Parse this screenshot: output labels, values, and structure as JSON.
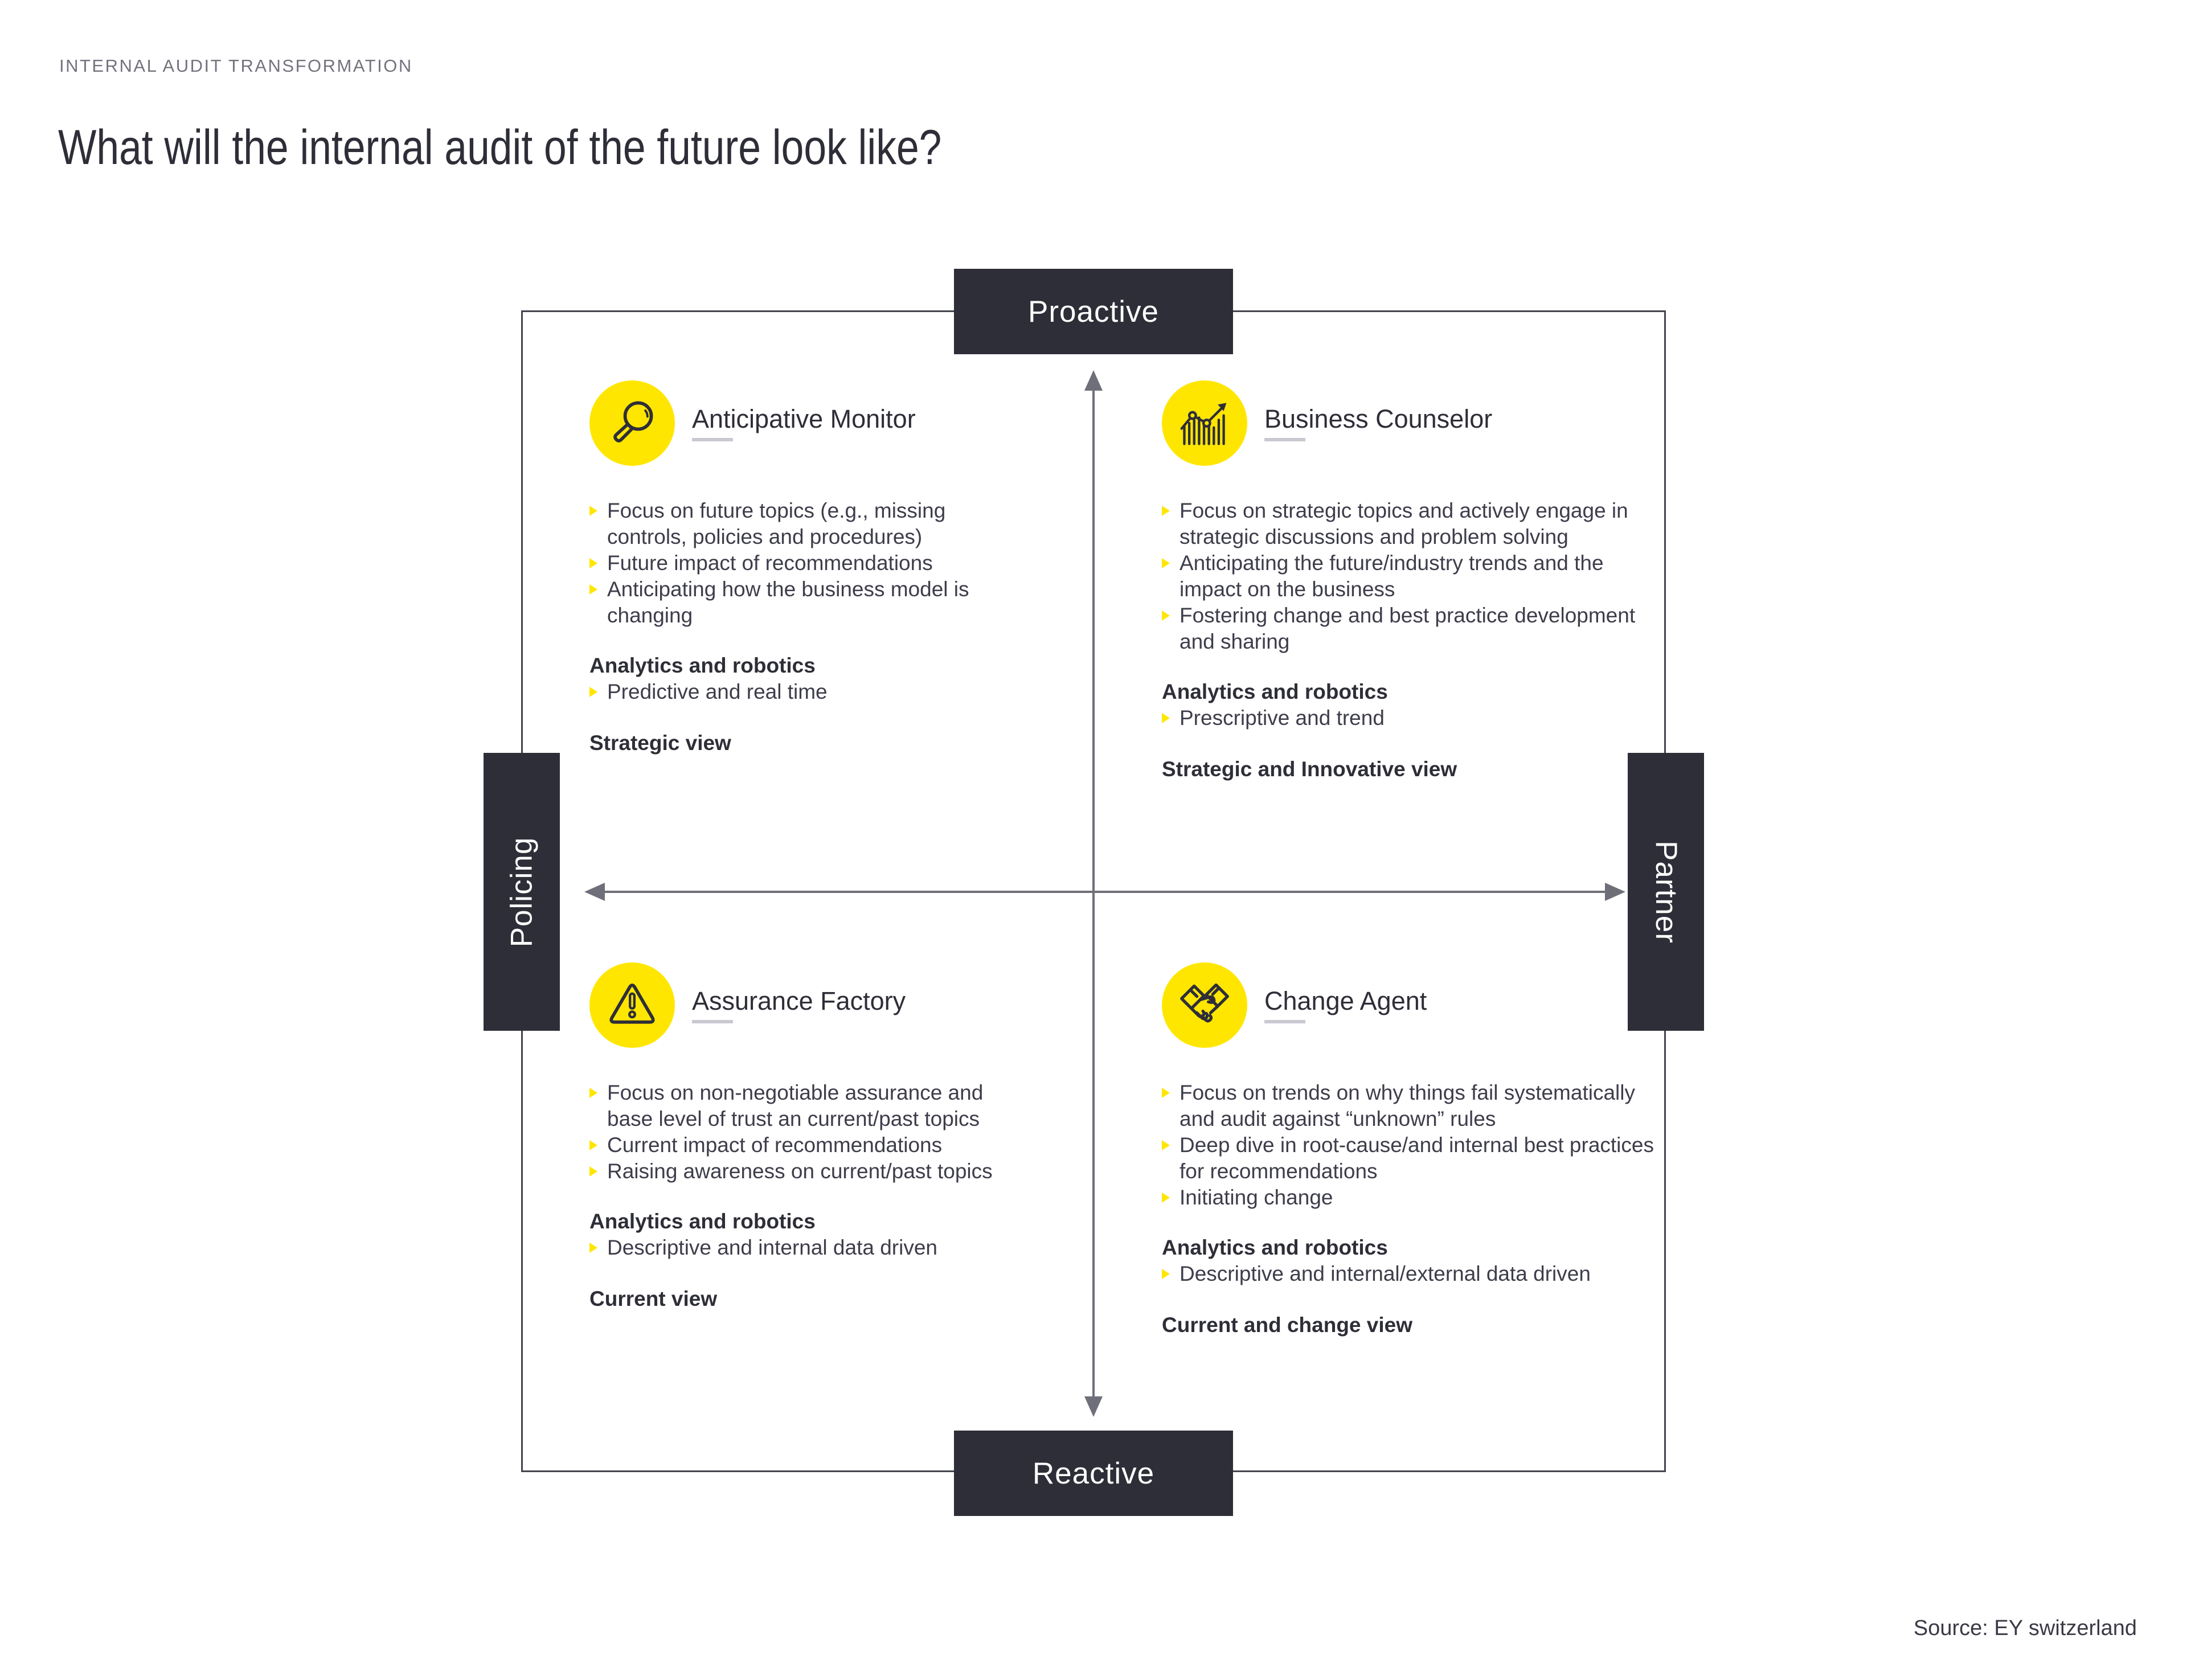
{
  "header": {
    "kicker": "INTERNAL AUDIT TRANSFORMATION",
    "title": "What will the internal audit of the future look like?"
  },
  "axes": {
    "top": "Proactive",
    "bottom": "Reactive",
    "left": "Policing",
    "right": "Partner"
  },
  "quadrants": [
    {
      "icon": "magnifier-icon",
      "title": "Anticipative Monitor",
      "bullets": [
        "Focus on future topics (e.g., missing controls, policies and procedures)",
        "Future impact of recommendations",
        "Anticipating how the business model is changing"
      ],
      "analytics_heading": "Analytics and robotics",
      "analytics_bullets": [
        "Predictive and real time"
      ],
      "view": "Strategic view"
    },
    {
      "icon": "bar-chart-icon",
      "title": "Business Counselor",
      "bullets": [
        "Focus on strategic topics and actively engage in strategic discussions and problem solving",
        "Anticipating the future/industry trends and the impact on the business",
        "Fostering change and best practice development and sharing"
      ],
      "analytics_heading": "Analytics and robotics",
      "analytics_bullets": [
        "Prescriptive and trend"
      ],
      "view": "Strategic and Innovative view"
    },
    {
      "icon": "warning-triangle-icon",
      "title": "Assurance Factory",
      "bullets": [
        "Focus on non-negotiable assurance and base level of trust an current/past topics",
        "Current impact of recommendations",
        "Raising awareness on current/past topics"
      ],
      "analytics_heading": "Analytics and robotics",
      "analytics_bullets": [
        "Descriptive and internal data driven"
      ],
      "view": "Current view"
    },
    {
      "icon": "handshake-icon",
      "title": "Change Agent",
      "bullets": [
        "Focus on trends on why things fail systematically and audit against “unknown” rules",
        "Deep dive in root-cause/and internal best practices for recommendations",
        "Initiating change"
      ],
      "analytics_heading": "Analytics and robotics",
      "analytics_bullets": [
        "Descriptive and internal/external data driven"
      ],
      "view": "Current and change view"
    }
  ],
  "footer": {
    "source": "Source: EY switzerland"
  },
  "colors": {
    "accent_yellow": "#FFE600",
    "dark": "#2E2E38",
    "body_text": "#3D3D4B",
    "arrow_gray": "#6F6F7A",
    "underline_gray": "#C9C9D2",
    "kicker_gray": "#73737E"
  }
}
